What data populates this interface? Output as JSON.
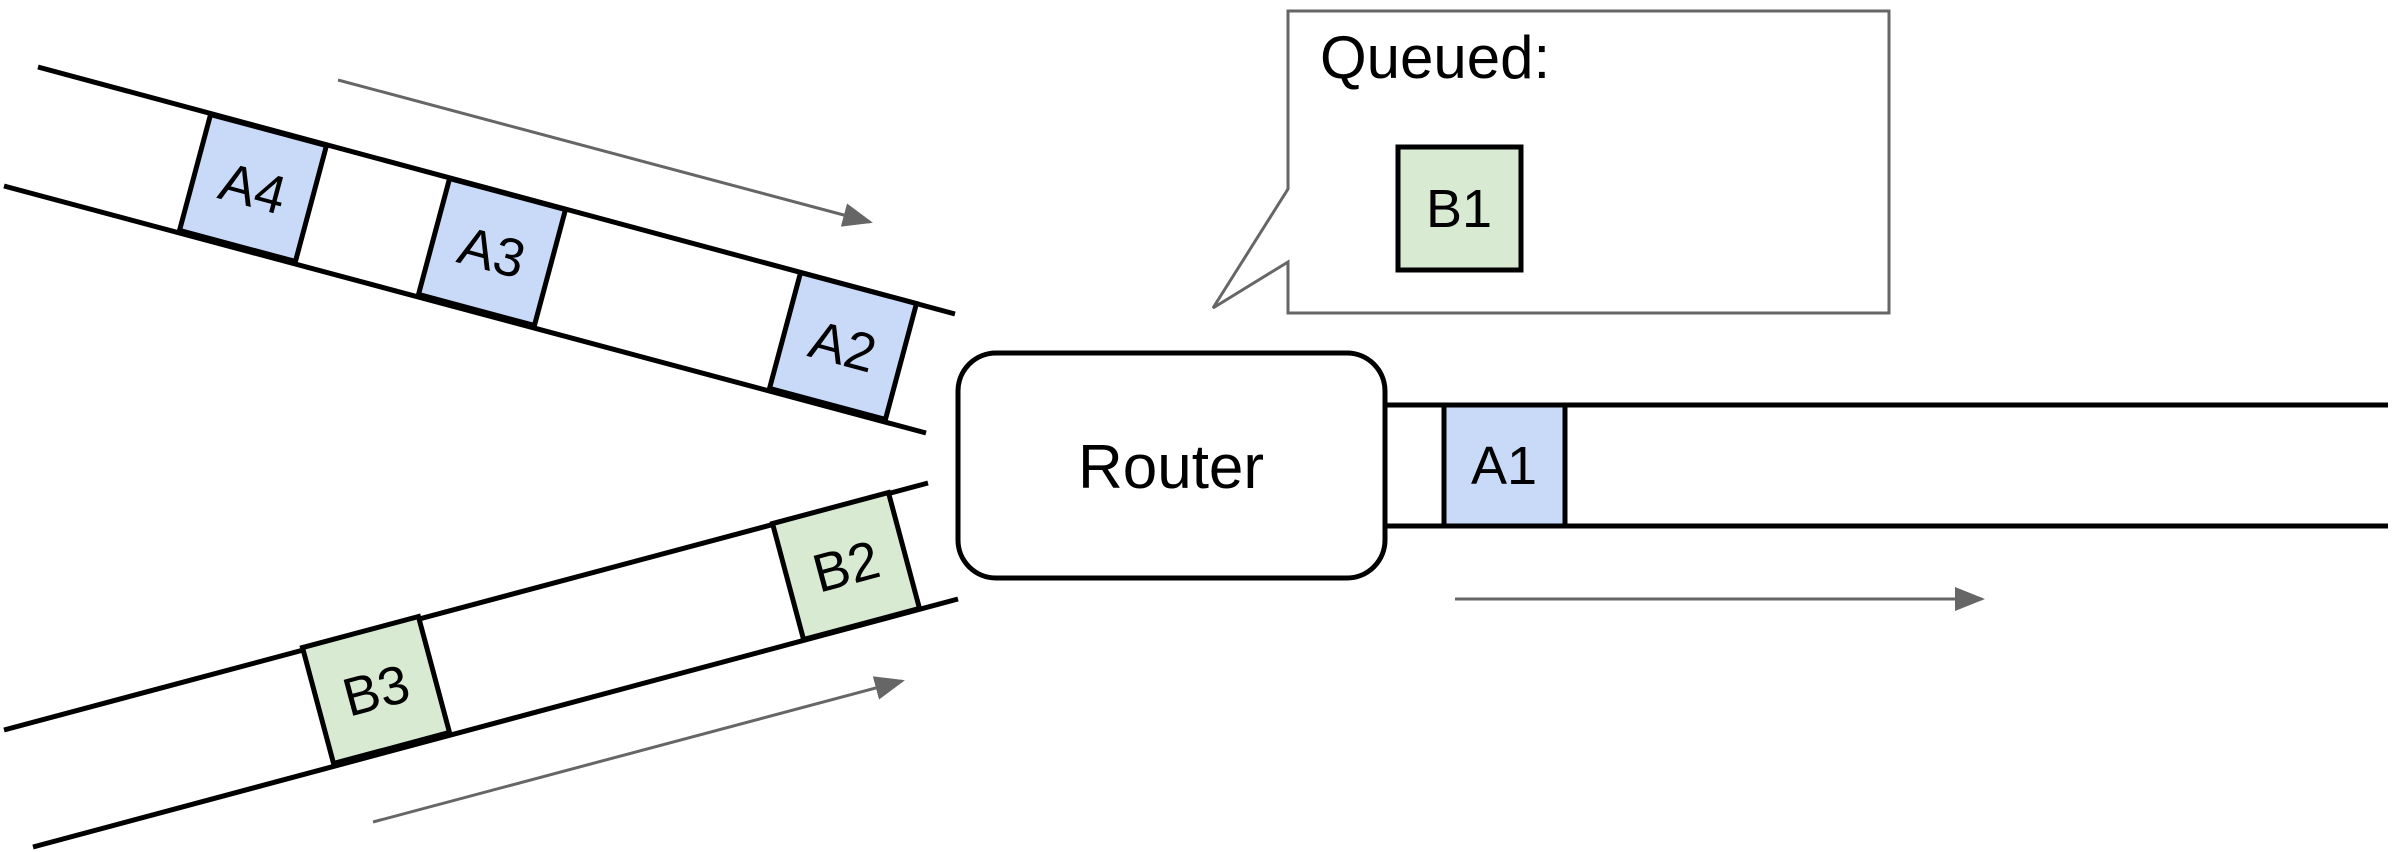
{
  "router": {
    "label": "Router"
  },
  "callout": {
    "title": "Queued:"
  },
  "colors": {
    "flow_a": "#c9daf8",
    "flow_b": "#d9ead3",
    "line": "#000000",
    "arrow": "#666666"
  },
  "packets": {
    "a1": "A1",
    "a2": "A2",
    "a3": "A3",
    "a4": "A4",
    "b1": "B1",
    "b2": "B2",
    "b3": "B3"
  }
}
